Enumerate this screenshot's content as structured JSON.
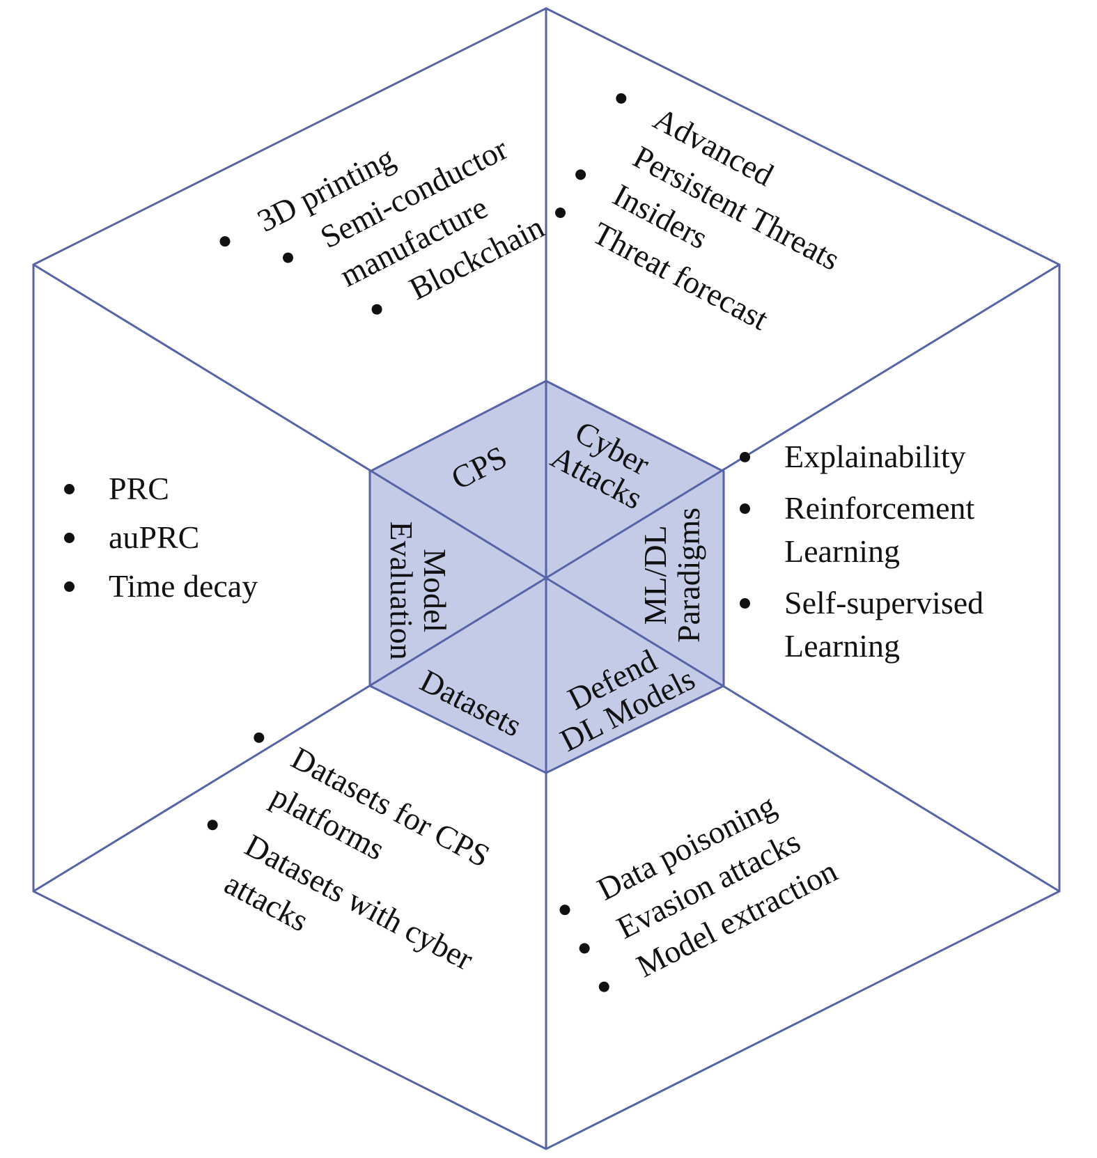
{
  "colors": {
    "outline": "#5563a8",
    "inner_fill": "#c4cbe6",
    "text": "#111111"
  },
  "inner": {
    "cps": "CPS",
    "cyber_attacks": [
      "Cyber",
      "Attacks"
    ],
    "ml_dl_paradigms": [
      "ML/DL",
      "Paradigms"
    ],
    "defend_dl_models": [
      "Defend",
      "DL Models"
    ],
    "datasets": "Datasets",
    "model_evaluation": [
      "Model",
      "Evaluation"
    ]
  },
  "outer": {
    "cps_apps": {
      "items": [
        {
          "lines": [
            "3D printing"
          ]
        },
        {
          "lines": [
            "Semi-conductor",
            "manufacture"
          ]
        },
        {
          "lines": [
            "Blockchain"
          ]
        }
      ]
    },
    "cyber_attacks": {
      "items": [
        {
          "lines": [
            "Advanced",
            "Persistent Threats"
          ]
        },
        {
          "lines": [
            "Insiders"
          ]
        },
        {
          "lines": [
            "Threat forecast"
          ]
        }
      ]
    },
    "ml_dl_paradigms": {
      "items": [
        {
          "lines": [
            "Explainability"
          ]
        },
        {
          "lines": [
            "Reinforcement",
            "Learning"
          ]
        },
        {
          "lines": [
            "Self-supervised",
            "Learning"
          ]
        }
      ]
    },
    "defend_dl_models": {
      "items": [
        {
          "lines": [
            "Data poisoning"
          ]
        },
        {
          "lines": [
            "Evasion attacks"
          ]
        },
        {
          "lines": [
            "Model extraction"
          ]
        }
      ]
    },
    "datasets": {
      "items": [
        {
          "lines": [
            "Datasets for CPS",
            "platforms"
          ]
        },
        {
          "lines": [
            "Datasets with cyber",
            "attacks"
          ]
        }
      ]
    },
    "model_evaluation": {
      "items": [
        {
          "lines": [
            "PRC"
          ]
        },
        {
          "lines": [
            "auPRC"
          ]
        },
        {
          "lines": [
            "Time decay"
          ]
        }
      ]
    }
  }
}
